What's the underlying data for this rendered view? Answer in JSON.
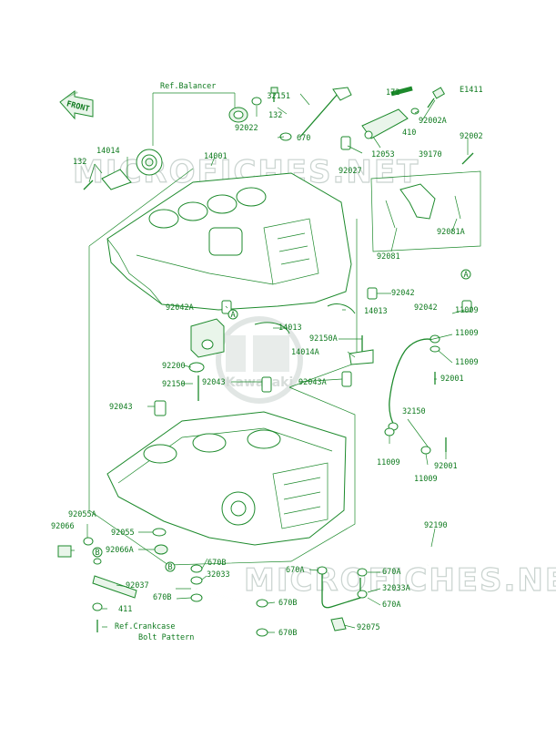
{
  "diagram_code": "E1411",
  "front_arrow_label": "FRONT",
  "ref_balancer": "Ref.Balancer",
  "ref_crankcase": [
    "Ref.Crankcase",
    "Bolt Pattern"
  ],
  "watermark": {
    "top": "MICROFICHES.NET",
    "bottom": "MICROFICHES.NET",
    "center": "Kawasaki"
  },
  "markers": {
    "a": "A",
    "b": "B"
  },
  "callouts": {
    "c132a": "132",
    "c92022": "92022",
    "c32151": "32151",
    "c132b": "132",
    "c670": "670",
    "c172": "172",
    "c92002a": "92002A",
    "c410": "410",
    "c92027": "92027",
    "c12053": "12053",
    "c39170": "39170",
    "c92002": "92002",
    "c14014": "14014",
    "c14001": "14001",
    "c92081": "92081",
    "c92081a": "92081A",
    "c92042a": "92042A",
    "c92042": "92042",
    "c92042b": "92042",
    "c14013a": "14013",
    "c14013b": "14013",
    "c92150a": "92150A",
    "c11009a": "11009",
    "c11009b": "11009",
    "c14014a": "14014A",
    "c92200": "92200",
    "c92001a": "92001",
    "c92150": "92150",
    "c92043a": "92043A",
    "c92043b": "92043",
    "c92043c": "92043",
    "c32150": "32150",
    "c11009c": "11009",
    "c92001b": "92001",
    "c11009d": "11009",
    "c92055a": "92055A",
    "c92066": "92066",
    "c92055": "92055",
    "c92066a": "92066A",
    "c92190": "92190",
    "c670b1": "670B",
    "c32033": "32033",
    "c670a1": "670A",
    "c670a2": "670A",
    "c92037": "92037",
    "c32033a": "32033A",
    "c670b2": "670B",
    "c670b3": "670B",
    "c670a3": "670A",
    "c411": "411",
    "c92075": "92075",
    "c670b4": "670B"
  }
}
